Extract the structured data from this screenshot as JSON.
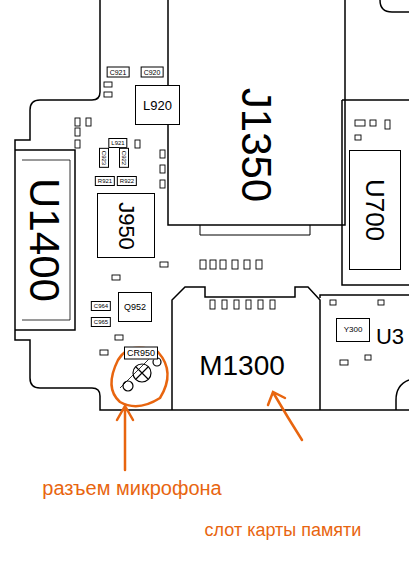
{
  "diagram": {
    "nodes": [
      {
        "text": [
          "L920"
        ]
      },
      {
        "text": [
          "J950"
        ]
      },
      {
        "text": [
          "U700"
        ]
      },
      {
        "text": [
          "Q952"
        ]
      },
      {
        "text": [
          "Y300"
        ]
      },
      {
        "text": [
          "U3"
        ]
      }
    ],
    "labels": [
      "C921",
      "C920",
      "L921",
      "C923",
      "C922",
      "R921",
      "R922",
      "C964",
      "C965",
      "CR950",
      "U1400",
      "J1350",
      "M1300",
      "разъем микрофона",
      "слот карты памяти"
    ]
  }
}
